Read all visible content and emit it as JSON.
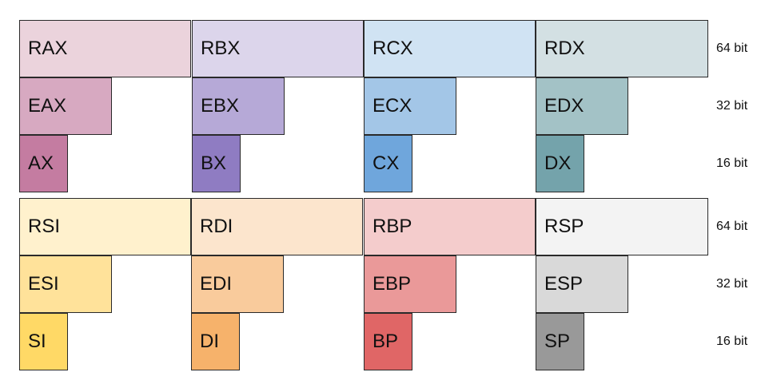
{
  "register_groups": [
    {
      "families": [
        {
          "r64": "RAX",
          "r32": "EAX",
          "r16": "AX",
          "colors": [
            "#ebd3dc",
            "#d7a9c1",
            "#c47ca1"
          ]
        },
        {
          "r64": "RBX",
          "r32": "EBX",
          "r16": "BX",
          "colors": [
            "#dcd5eb",
            "#b6a9d7",
            "#8f7cc2"
          ]
        },
        {
          "r64": "RCX",
          "r32": "ECX",
          "r16": "CX",
          "colors": [
            "#d0e3f3",
            "#a3c6e7",
            "#6fa6dc"
          ]
        },
        {
          "r64": "RDX",
          "r32": "EDX",
          "r16": "DX",
          "colors": [
            "#d3e0e3",
            "#a3c2c6",
            "#74a3ab"
          ]
        }
      ]
    },
    {
      "families": [
        {
          "r64": "RSI",
          "r32": "ESI",
          "r16": "SI",
          "colors": [
            "#fff1cd",
            "#ffe29a",
            "#ffd966"
          ]
        },
        {
          "r64": "RDI",
          "r32": "EDI",
          "r16": "DI",
          "colors": [
            "#fce5cd",
            "#f9cb9c",
            "#f6b26b"
          ]
        },
        {
          "r64": "RBP",
          "r32": "EBP",
          "r16": "BP",
          "colors": [
            "#f4cccc",
            "#ea9999",
            "#e06666"
          ]
        },
        {
          "r64": "RSP",
          "r32": "ESP",
          "r16": "SP",
          "colors": [
            "#f3f3f3",
            "#d9d9d9",
            "#999999"
          ]
        }
      ]
    }
  ],
  "bit_labels": [
    "64 bit",
    "32 bit",
    "16 bit"
  ]
}
